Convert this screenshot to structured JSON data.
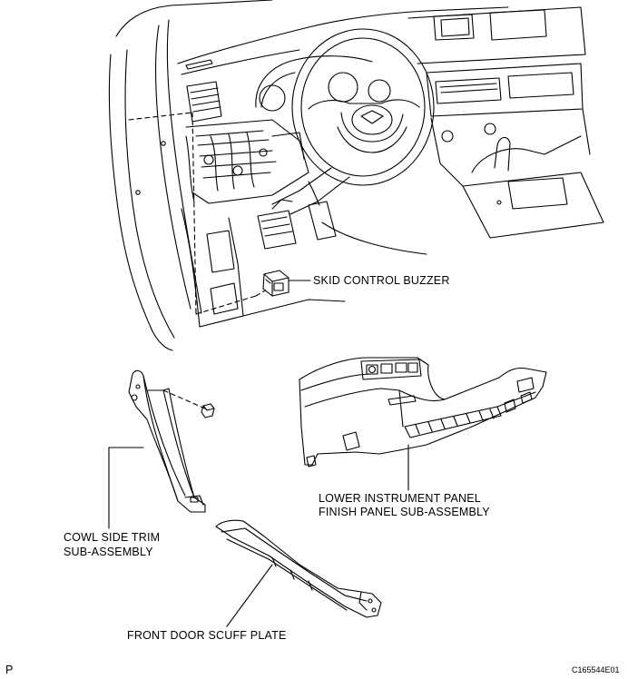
{
  "labels": {
    "skid_control_buzzer": "SKID CONTROL BUZZER",
    "lower_panel_line1": "LOWER INSTRUMENT PANEL",
    "lower_panel_line2": "FINISH PANEL SUB-ASSEMBLY",
    "cowl_line1": "COWL SIDE TRIM",
    "cowl_line2": "SUB-ASSEMBLY",
    "scuff_plate": "FRONT DOOR SCUFF PLATE",
    "page_marker": "P",
    "figure_code": "C165544E01"
  }
}
